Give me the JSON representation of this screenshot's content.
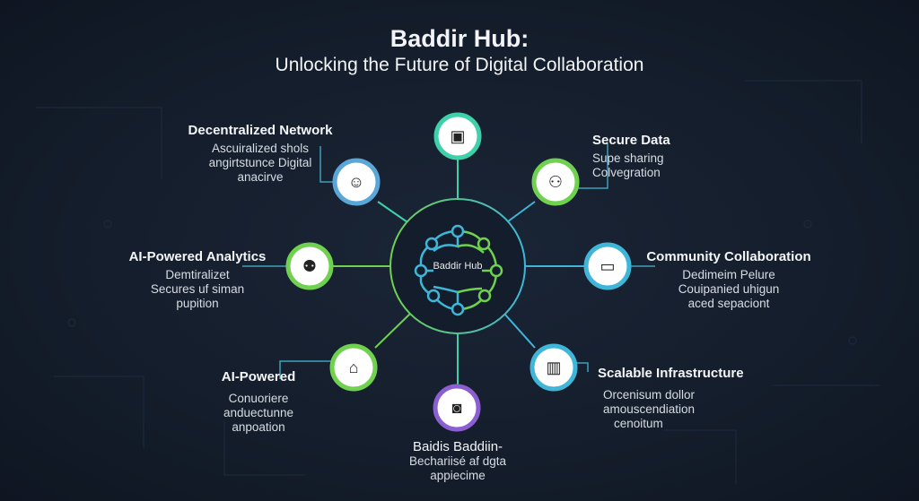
{
  "title": "Baddir Hub:",
  "subtitle": "Unlocking the Future of Digital Collaboration",
  "hub": {
    "label": "Baddir Hub"
  },
  "colors": {
    "background": "#141d2b",
    "green": "#6fd14f",
    "cyan": "#3fb6d8",
    "blue": "#5aa6d6",
    "purple": "#8b5fd0",
    "teal": "#3ed0a8"
  },
  "features": [
    {
      "title": "Decentralized Network",
      "desc": [
        "Ascuiralized  shols",
        "angirtstunce Digital",
        "anacirve"
      ],
      "icon": "user-profile-icon"
    },
    {
      "title": "Secure Data",
      "desc": [
        "Supe sharing",
        "Colvegration"
      ],
      "icon": "secure-user-icon"
    },
    {
      "title": "AI-Powered Analytics",
      "desc": [
        "Demtiralizet",
        "Secures uf siman",
        "pupition"
      ],
      "icon": "analytics-people-icon"
    },
    {
      "title": "Community Collaboration",
      "desc": [
        "Dedimeim Pelure",
        "Couipanied uhigun",
        "aced sepaciont"
      ],
      "icon": "laptop-icon"
    },
    {
      "title": "AI-Powered",
      "desc": [
        "Conuoriere",
        "anduectunne",
        "anpoation"
      ],
      "icon": "ai-chat-icon"
    },
    {
      "title": "Baidis Baddiin-",
      "desc": [
        "Bechariisé af dgta",
        "appiecime"
      ],
      "icon": "document-icon"
    },
    {
      "title": "Scalable Infrastructure",
      "desc": [
        "Orcenisum dollor",
        "amouscendiation",
        "cenoitum"
      ],
      "icon": "server-icon"
    }
  ],
  "top_node": {
    "icon": "chat-device-icon"
  }
}
